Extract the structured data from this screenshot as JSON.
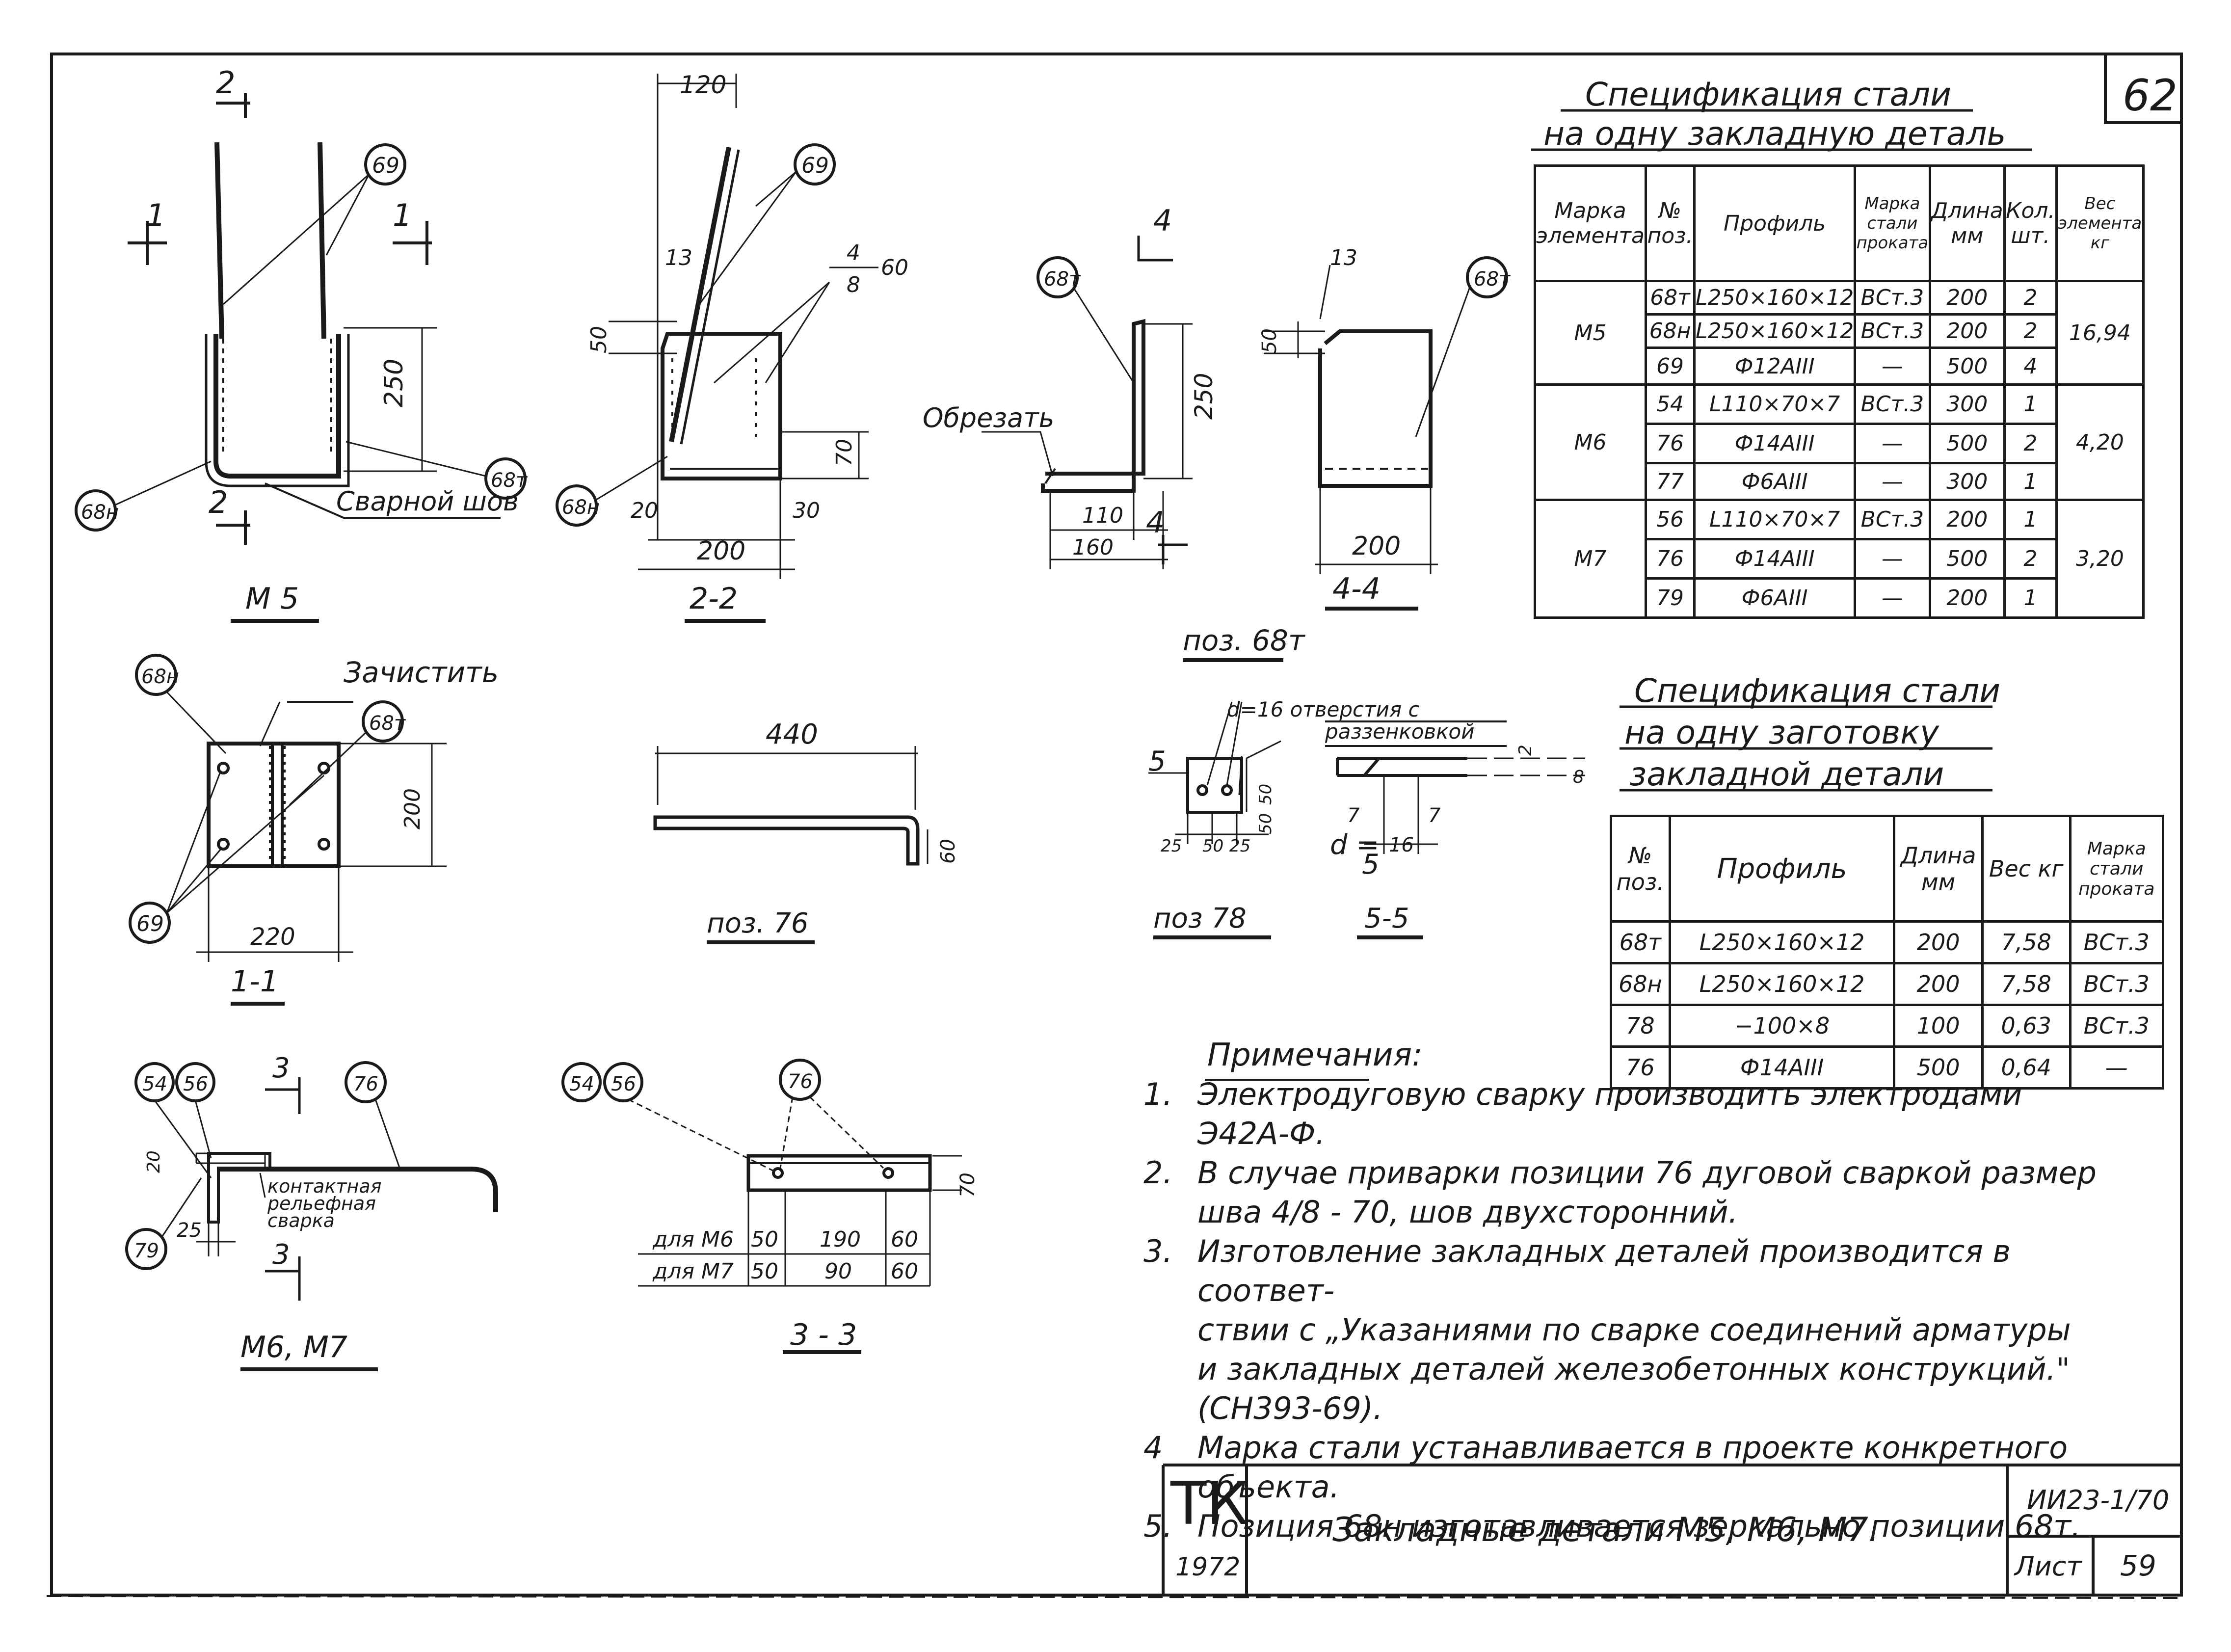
{
  "sheet": {
    "number": "62"
  },
  "views": {
    "m5": {
      "title": "М 5",
      "section_marks": [
        "2",
        "2",
        "1",
        "1"
      ],
      "dims": [
        "250"
      ],
      "positions": [
        "69",
        "68н",
        "68т"
      ],
      "weld_label": "Сварной шов"
    },
    "s22": {
      "title": "2-2",
      "dims": [
        "120",
        "13",
        "50",
        "70",
        "20",
        "30",
        "200"
      ],
      "weld_symbol": {
        "top": "4",
        "bottom": "8",
        "length": "60"
      },
      "positions": [
        "69",
        "68н"
      ]
    },
    "pos68t": {
      "title": "поз. 68т",
      "cut_label": "Обрезать",
      "section_marks": [
        "4",
        "4"
      ],
      "dims": [
        "250",
        "110",
        "160"
      ],
      "positions": [
        "68т"
      ]
    },
    "s44": {
      "title": "4-4",
      "dims": [
        "13",
        "50",
        "200"
      ],
      "positions": [
        "68т"
      ]
    },
    "s11": {
      "title": "1-1",
      "clean_label": "Зачистить",
      "dims": [
        "200",
        "220"
      ],
      "positions": [
        "68н",
        "68т",
        "69"
      ]
    },
    "pos76": {
      "title": "поз. 76",
      "dims": [
        "440",
        "60"
      ]
    },
    "pos78": {
      "title": "поз 78",
      "hole_note_1": "d=16 отверстия с",
      "hole_note_2": "раззенковкой",
      "section_marks": [
        "5",
        "5"
      ],
      "dims": [
        "50",
        "50",
        "25",
        "50",
        "25"
      ],
      "section_title": "5-5",
      "section_dims": [
        "2",
        "8",
        "7",
        "7",
        "16"
      ],
      "d_label": "d ="
    },
    "m6m7": {
      "title": "М6, М7",
      "section_marks": [
        "3",
        "3"
      ],
      "dims": [
        "20",
        "25"
      ],
      "positions": [
        "54",
        "56",
        "76",
        "79"
      ],
      "weld_label": [
        "контактная",
        "рельефная",
        "сварка"
      ]
    },
    "s33": {
      "title": "3 - 3",
      "positions": [
        "54",
        "56",
        "76"
      ],
      "dims": [
        "70"
      ],
      "rows": [
        {
          "label": "для М6",
          "values": [
            "50",
            "190",
            "60"
          ]
        },
        {
          "label": "для М7",
          "values": [
            "50",
            "90",
            "60"
          ]
        }
      ]
    }
  },
  "spec1": {
    "title_1": "Спецификация стали",
    "title_2": "на одну закладную деталь",
    "headers": [
      "Марка элемента",
      "№ поз.",
      "Профиль",
      "Марка стали проката",
      "Длина мм",
      "Кол. шт.",
      "Вес элемента кг"
    ],
    "groups": [
      {
        "mark": "М5",
        "weight": "16,94",
        "rows": [
          {
            "pos": "68т",
            "profile": "L250×160×12",
            "steel": "ВСт.3",
            "length": "200",
            "qty": "2"
          },
          {
            "pos": "68н",
            "profile": "L250×160×12",
            "steel": "ВСт.3",
            "length": "200",
            "qty": "2"
          },
          {
            "pos": "69",
            "profile": "Ф12АIII",
            "steel": "—",
            "length": "500",
            "qty": "4"
          }
        ]
      },
      {
        "mark": "М6",
        "weight": "4,20",
        "rows": [
          {
            "pos": "54",
            "profile": "L110×70×7",
            "steel": "ВСт.3",
            "length": "300",
            "qty": "1"
          },
          {
            "pos": "76",
            "profile": "Ф14АIII",
            "steel": "—",
            "length": "500",
            "qty": "2"
          },
          {
            "pos": "77",
            "profile": "Ф6АIII",
            "steel": "—",
            "length": "300",
            "qty": "1"
          }
        ]
      },
      {
        "mark": "М7",
        "weight": "3,20",
        "rows": [
          {
            "pos": "56",
            "profile": "L110×70×7",
            "steel": "ВСт.3",
            "length": "200",
            "qty": "1"
          },
          {
            "pos": "76",
            "profile": "Ф14АIII",
            "steel": "—",
            "length": "500",
            "qty": "2"
          },
          {
            "pos": "79",
            "profile": "Ф6АIII",
            "steel": "—",
            "length": "200",
            "qty": "1"
          }
        ]
      }
    ]
  },
  "spec2": {
    "title_1": "Спецификация стали",
    "title_2": "на одну заготовку",
    "title_3": "закладной детали",
    "headers": [
      "№ поз.",
      "Профиль",
      "Длина мм",
      "Вес кг",
      "Марка стали проката"
    ],
    "rows": [
      {
        "pos": "68т",
        "profile": "L250×160×12",
        "length": "200",
        "weight": "7,58",
        "steel": "ВСт.3"
      },
      {
        "pos": "68н",
        "profile": "L250×160×12",
        "length": "200",
        "weight": "7,58",
        "steel": "ВСт.3"
      },
      {
        "pos": "78",
        "profile": "−100×8",
        "length": "100",
        "weight": "0,63",
        "steel": "ВСт.3"
      },
      {
        "pos": "76",
        "profile": "Ф14АIII",
        "length": "500",
        "weight": "0,64",
        "steel": "—"
      }
    ]
  },
  "notes": {
    "title": "Примечания:",
    "items": [
      {
        "num": "1.",
        "lines": [
          "Электродуговую сварку производить электродами Э42А-Ф."
        ]
      },
      {
        "num": "2.",
        "lines": [
          "В случае приварки позиции 76 дуговой сваркой размер",
          "шва 4/8 - 70, шов двухсторонний."
        ]
      },
      {
        "num": "3.",
        "lines": [
          "Изготовление закладных деталей производится в соответ-",
          "ствии с „Указаниями по сварке соединений арматуры",
          "и закладных деталей железобетонных конструкций.\"",
          "(СН393-69)."
        ]
      },
      {
        "num": "4",
        "lines": [
          "Марка стали устанавливается в проекте конкретного",
          "объекта."
        ]
      },
      {
        "num": "5.",
        "lines": [
          "Позиция 68н изготавливается зеркально позиции 68т."
        ]
      }
    ]
  },
  "title_block": {
    "org": "ТК",
    "year": "1972",
    "title": "Закладные детали М5, М6, М7.",
    "code": "ИИ23-1/70",
    "sheet_label": "Лист",
    "sheet_no": "59"
  }
}
